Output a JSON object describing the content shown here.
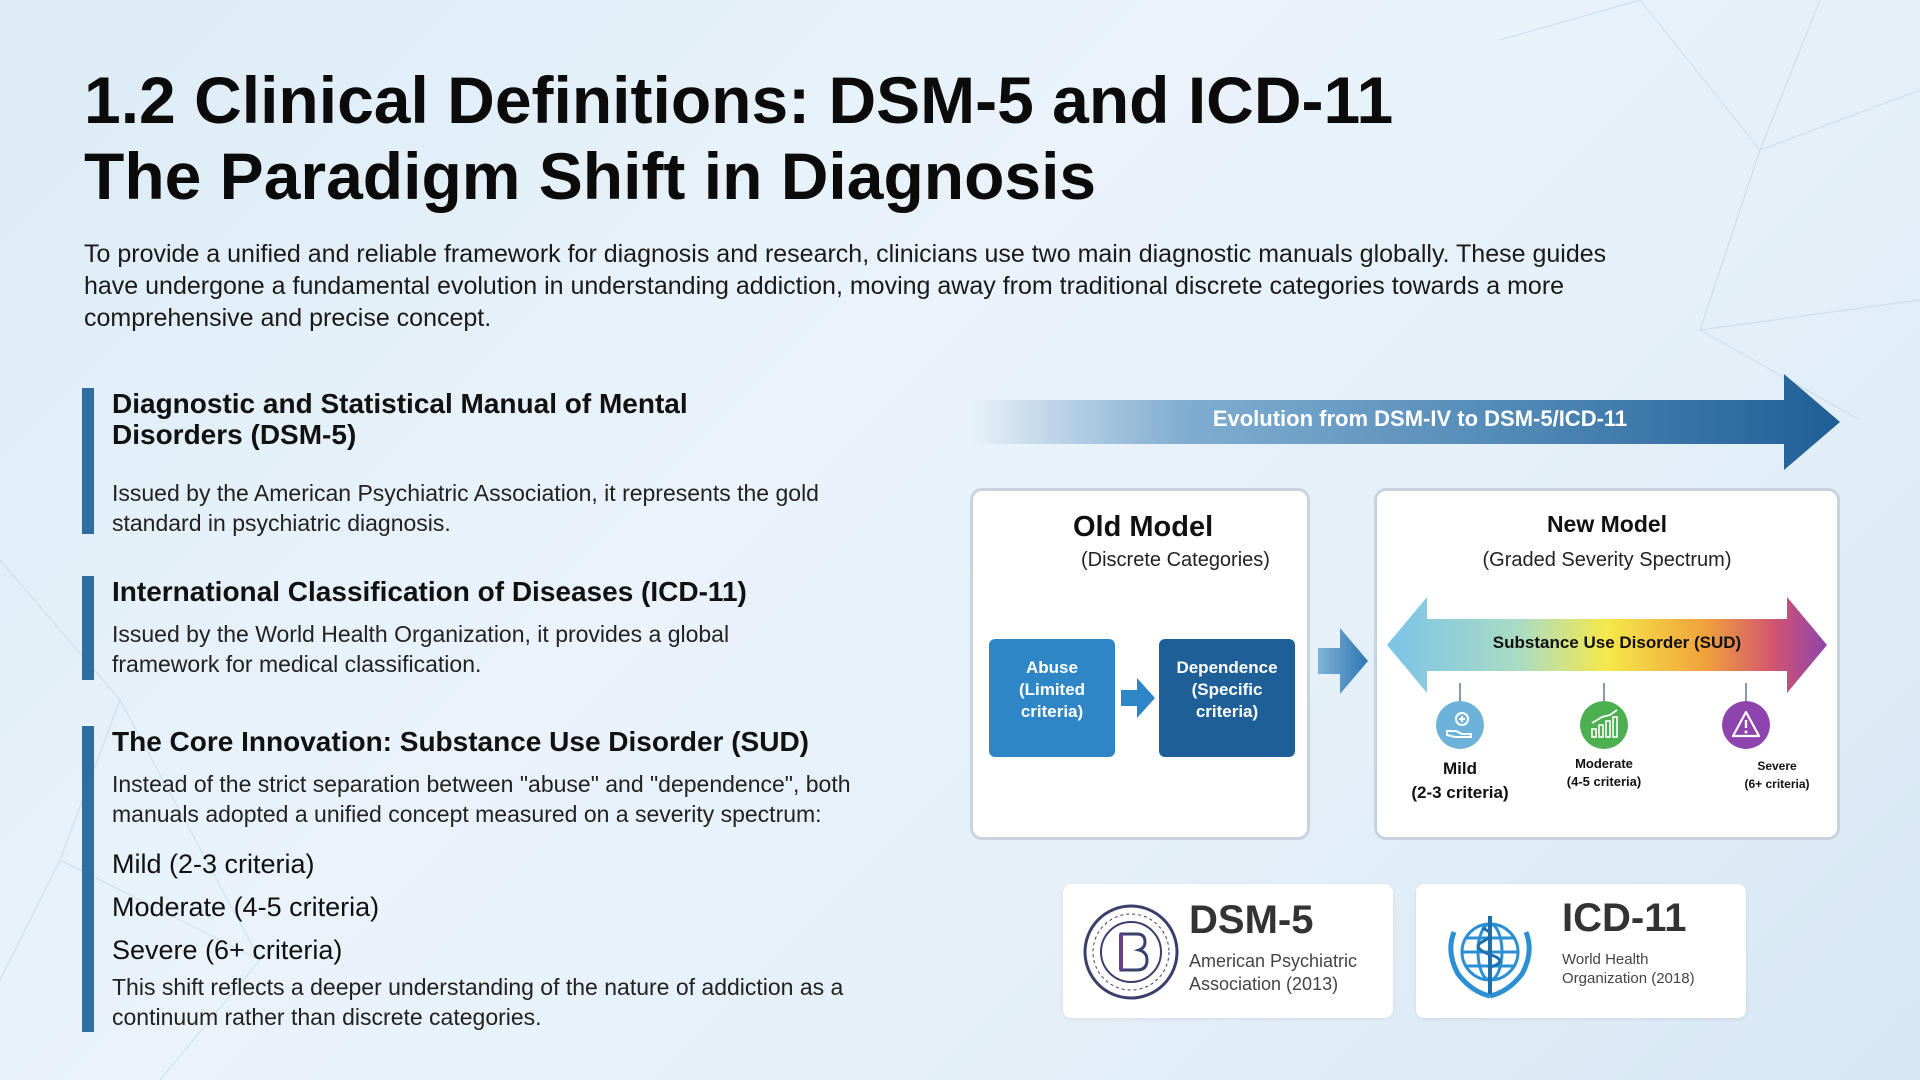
{
  "title_line1": "1.2 Clinical Definitions: DSM-5 and ICD-11",
  "title_line2": "The Paradigm Shift in Diagnosis",
  "intro": "To provide a unified and reliable framework for diagnosis and research, clinicians use two main diagnostic manuals globally. These guides have undergone a fundamental evolution in understanding addiction, moving away from traditional discrete categories towards a more comprehensive and precise concept.",
  "sections": [
    {
      "heading": "Diagnostic and Statistical Manual of Mental Disorders (DSM-5)",
      "body": "Issued by the American Psychiatric Association, it represents the gold standard in psychiatric diagnosis."
    },
    {
      "heading": "International Classification of Diseases (ICD-11)",
      "body": "Issued by the World Health Organization, it provides a global framework for medical classification."
    },
    {
      "heading": "The Core Innovation: Substance Use Disorder (SUD)",
      "body": "Instead of the strict separation between \"abuse\" and \"dependence\", both manuals adopted a unified concept measured on a severity spectrum:",
      "levels": [
        "Mild (2-3 criteria)",
        "Moderate (4-5 criteria)",
        "Severe (6+ criteria)"
      ],
      "tail": "This shift reflects a deeper understanding of the nature of addiction as a continuum rather than discrete categories."
    }
  ],
  "diagram": {
    "evolution_label": "Evolution from DSM-IV to DSM-5/ICD-11",
    "old_model": {
      "title": "Old Model",
      "subtitle": "(Discrete Categories)",
      "abuse_line1": "Abuse",
      "abuse_line2": "(Limited",
      "abuse_line3": "criteria)",
      "dependence_line1": "Dependence",
      "dependence_line2": "(Specific",
      "dependence_line3": "criteria)"
    },
    "new_model": {
      "title": "New Model",
      "subtitle": "(Graded Severity Spectrum)",
      "spectrum_label": "Substance Use Disorder (SUD)",
      "mild_name": "Mild",
      "mild_criteria": "(2-3 criteria)",
      "moderate_name": "Moderate",
      "moderate_criteria": "(4-5 criteria)",
      "severe_name": "Severe",
      "severe_criteria": "(6+ criteria)"
    }
  },
  "orgs": {
    "dsm_name": "DSM-5",
    "dsm_line1": "American Psychiatric",
    "dsm_line2": "Association (2013)",
    "icd_name": "ICD-11",
    "icd_line1": "World Health",
    "icd_line2": "Organization (2018)"
  },
  "colors": {
    "accent_bar": "#2d6fa3",
    "abuse_box": "#2f86c6",
    "dependence_box": "#1d5f96",
    "mild": "#6db3d9",
    "moderate": "#4caf50",
    "severe": "#8e44ad"
  },
  "icons": [
    "hand-heart-icon",
    "bar-chart-icon",
    "warning-icon",
    "apa-seal-icon",
    "who-emblem-icon"
  ]
}
